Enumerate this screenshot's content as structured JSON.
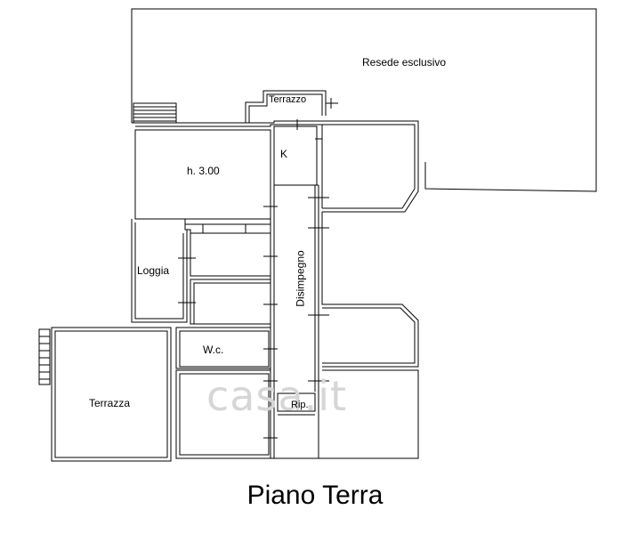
{
  "rooms": {
    "resede": "Resede esclusivo",
    "terrazzo": "Terrazzo",
    "kitchen": "K",
    "height": "h. 3.00",
    "disimpegno": "Disimpegno",
    "loggia": "Loggia",
    "wc": "W.c.",
    "terrazza": "Terrazza",
    "rip": "Rip."
  },
  "title": "Piano Terra",
  "watermark": "casa.it"
}
